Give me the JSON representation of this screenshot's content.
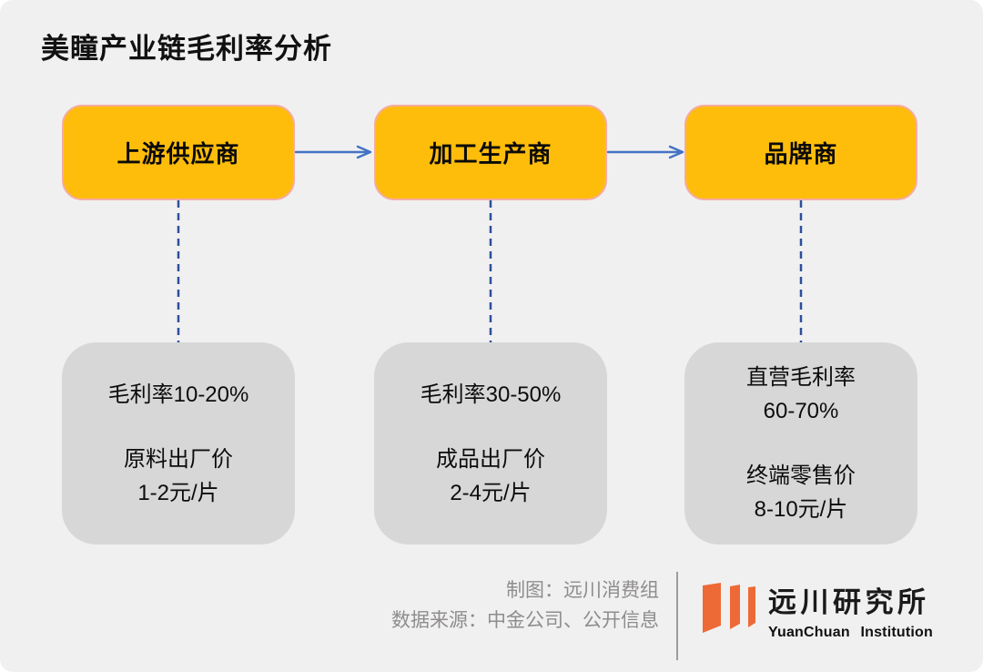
{
  "page": {
    "title": "美瞳产业链毛利率分析"
  },
  "chain": {
    "nodes": [
      {
        "label": "上游供应商"
      },
      {
        "label": "加工生产商"
      },
      {
        "label": "品牌商"
      }
    ],
    "cards": [
      {
        "top": [
          "毛利率10-20%"
        ],
        "bottom": [
          "原料出厂价",
          "1-2元/片"
        ]
      },
      {
        "top": [
          "毛利率30-50%"
        ],
        "bottom": [
          "成品出厂价",
          "2-4元/片"
        ]
      },
      {
        "top": [
          "直营毛利率",
          "60-70%"
        ],
        "bottom": [
          "终端零售价",
          "8-10元/片"
        ]
      }
    ]
  },
  "footer": {
    "credit_lines": [
      "制图：远川消费组",
      "数据来源：中金公司、公开信息"
    ],
    "logo": {
      "name_cn": "远川研究所",
      "name_en": "YuanChuan Institution"
    }
  },
  "colors": {
    "background": "#F0F0F1",
    "node_fill": "#FFBD0B",
    "node_border": "#F5ACA2",
    "card_fill": "#D7D7D8",
    "arrow_blue": "#4472C4",
    "connector_blue": "#2E4E9B",
    "logo_orange": "#ED6A36",
    "credit_gray": "#8F8C8C"
  }
}
